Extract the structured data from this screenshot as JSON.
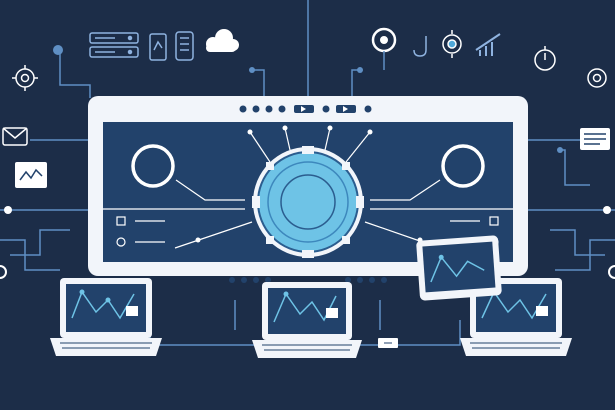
{
  "theme": {
    "background": "#1c2d48",
    "panel": "#22426b",
    "frame": "#f2f5fa",
    "line": "#5f8fc4",
    "accent": "#4fa8d8",
    "core": "#6ec3e6",
    "white": "#ffffff"
  },
  "icons": [
    "server-icon",
    "tablet-icon",
    "phone-icon",
    "cloud-icon",
    "gear-icon",
    "target-icon",
    "bar-chart-icon",
    "clock-icon",
    "envelope-icon",
    "chart-card-icon",
    "hook-icon",
    "settings-icon"
  ],
  "devices": [
    "monitor",
    "laptop-left",
    "laptop-center",
    "laptop-right",
    "tablet"
  ]
}
